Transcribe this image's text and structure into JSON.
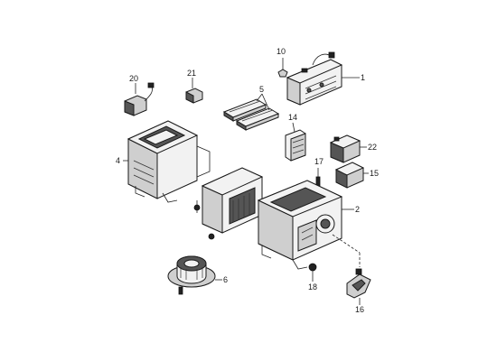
{
  "callouts": {
    "c1": "1",
    "c2": "2",
    "c4": "4",
    "c5": "5",
    "c6": "6",
    "c10": "10",
    "c14": "14",
    "c15": "15",
    "c16": "16",
    "c17": "17",
    "c18": "18",
    "c20": "20",
    "c21": "21",
    "c22": "22"
  }
}
